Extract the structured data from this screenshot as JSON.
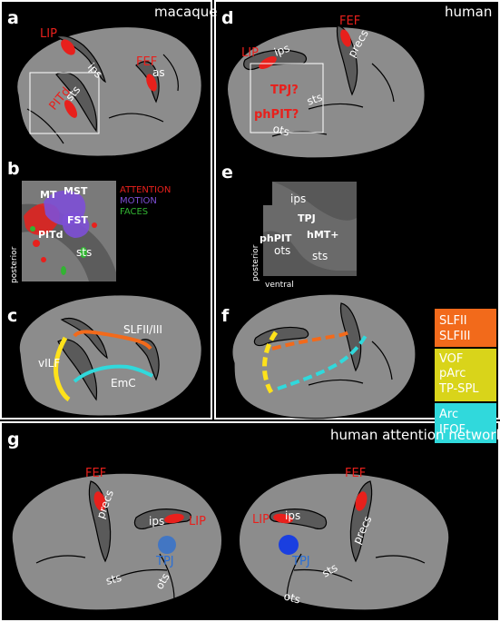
{
  "panels": {
    "a": {
      "letter": "a",
      "title": "macaque",
      "LIP": "LIP",
      "ips": "ips",
      "FEF": "FEF",
      "as": "as",
      "PITd": "PITd",
      "sts": "sts"
    },
    "b": {
      "letter": "b",
      "MT": "MT",
      "MST": "MST",
      "FST": "FST",
      "PITd": "PITd",
      "sts": "sts",
      "posterior": "posterior",
      "legend": [
        {
          "label": "ATTENTION",
          "color": "#e8201c"
        },
        {
          "label": "MOTION",
          "color": "#7d4fd6"
        },
        {
          "label": "FACES",
          "color": "#32b432"
        }
      ]
    },
    "c": {
      "letter": "c",
      "slf": "SLFII/III",
      "vilf": "vILF",
      "emc": "EmC"
    },
    "d": {
      "letter": "d",
      "title": "human",
      "FEF": "FEF",
      "LIP": "LIP",
      "ips": "ips",
      "precs": "precs",
      "TPJ": "TPJ?",
      "phPIT": "phPIT?",
      "sts": "sts",
      "ots": "ots"
    },
    "e": {
      "letter": "e",
      "ips": "ips",
      "TPJ": "TPJ",
      "hMT": "hMT+",
      "phPIT": "phPIT",
      "ots": "ots",
      "sts": "sts",
      "posterior": "posterior",
      "ventral": "ventral"
    },
    "f": {
      "letter": "f",
      "legend": [
        {
          "lines": [
            "SLFII",
            "SLFIII"
          ],
          "color": "#f26a1b"
        },
        {
          "lines": [
            "VOF",
            "pArc",
            "TP-SPL"
          ],
          "color": "#d9d41a"
        },
        {
          "lines": [
            "Arc",
            "IFOF"
          ],
          "color": "#30d9dc"
        }
      ]
    },
    "g": {
      "letter": "g",
      "title": "human attention networks",
      "left": {
        "FEF": "FEF",
        "precs": "precs",
        "ips": "ips",
        "LIP": "LIP",
        "TPJ": "TPJ",
        "sts": "sts",
        "ots": "ots"
      },
      "right": {
        "FEF": "FEF",
        "LIP": "LIP",
        "ips": "ips",
        "precs": "precs",
        "TPJ": "TPJ",
        "sts": "sts",
        "ots": "ots"
      }
    }
  },
  "colors": {
    "attention_red": "#e8201c",
    "tpj_blue": "#2a6fd6",
    "slf_orange": "#f26a1b",
    "vof_yellow": "#ffe21a",
    "arc_cyan": "#30d9dc"
  }
}
